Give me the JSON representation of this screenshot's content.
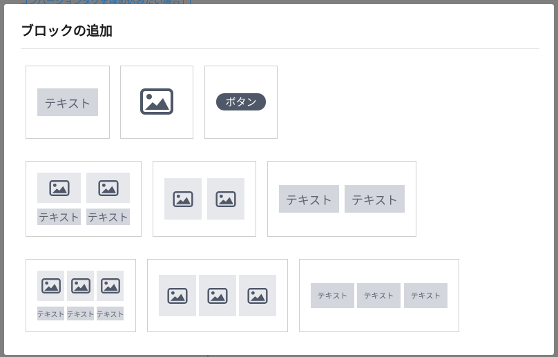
{
  "background": {
    "link_text": "コンバージョンタグを埋め込みたい場合"
  },
  "modal": {
    "title": "ブロックの追加"
  },
  "blocks": {
    "text": "テキスト",
    "button": "ボタン"
  },
  "colors": {
    "placeholder_text_bg": "#d3d6dc",
    "placeholder_image_bg": "#e6e8ec",
    "icon": "#4f5869",
    "button_bg": "#4f5869"
  },
  "icons": {
    "image": "image-icon",
    "external": "external-link-icon"
  }
}
